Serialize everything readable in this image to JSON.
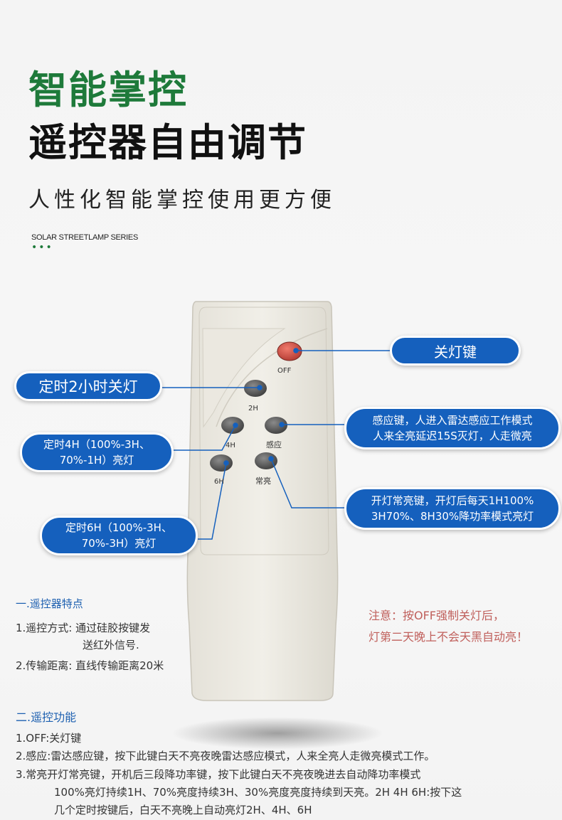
{
  "header": {
    "title_line1": "智能掌控",
    "title_line2": "遥控器自由调节",
    "subtitle": "人性化智能掌控使用更方便",
    "series_label": "SOLAR STREETLAMP SERIES",
    "dots": "•••"
  },
  "remote": {
    "buttons": {
      "off": "OFF",
      "h2": "2H",
      "h4": "4H",
      "sense": "感应",
      "h6": "6H",
      "constant": "常亮"
    }
  },
  "callouts": {
    "off": "关灯键",
    "h2": "定时2小时关灯",
    "h4": {
      "line1": "定时4H（100%-3H、",
      "line2": "70%-1H）亮灯"
    },
    "sense": {
      "line1": "感应键，人进入雷达感应工作模式",
      "line2": "人来全亮延迟15S灭灯，人走微亮"
    },
    "constant": {
      "line1": "开灯常亮键，开灯后每天1H100%",
      "line2": "3H70%、8H30%降功率模式亮灯"
    },
    "h6": {
      "line1": "定时6H（100%-3H、",
      "line2": "70%-3H）亮灯"
    }
  },
  "section1": {
    "heading": "一.遥控器特点",
    "item1_label": "1.遥控方式: ",
    "item1_line1": "通过硅胶按键发",
    "item1_line2": "送红外信号.",
    "item2": "2.传输距离: 直线传输距离20米"
  },
  "note": {
    "line1": "注意：按OFF强制关灯后，",
    "line2": "灯第二天晚上不会天黑自动亮！"
  },
  "section2": {
    "heading": "二.遥控功能",
    "item1": "1.OFF:关灯键",
    "item2": "2.感应:雷达感应键，按下此键白天不亮夜晚雷达感应模式，人来全亮人走微亮模式工作。",
    "item3_line1": "3.常亮开灯常亮键，开机后三段降功率键，按下此键白天不亮夜晚进去自动降功率模式",
    "item3_line2": "100%亮灯持续1H、70%亮度持续3H、30%亮度亮度持续到天亮。2H 4H 6H:按下这",
    "item3_line3": "几个定时按键后，白天不亮晚上自动亮灯2H、4H、6H"
  },
  "colors": {
    "title_green": "#1e7a3a",
    "callout_blue": "#1560bd",
    "section_blue": "#1c5fb0",
    "note_red": "#c0605c",
    "off_button": "#d9534a"
  }
}
